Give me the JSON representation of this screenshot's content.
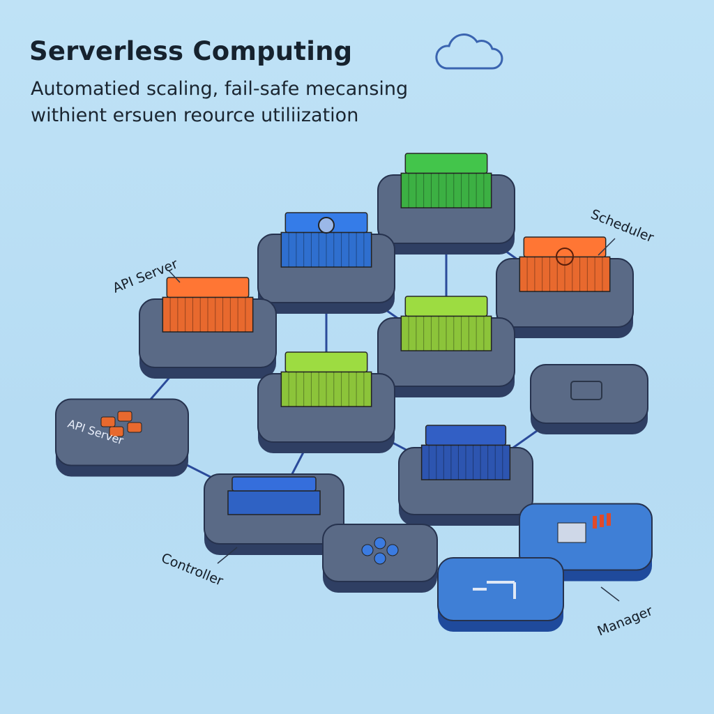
{
  "header": {
    "title": "Serverless Computing",
    "subtitle_line1": "Automatied scaling, fail-safe mecansing",
    "subtitle_line2": "withient ersuen reource utiliization",
    "cloud_icon": "cloud-icon"
  },
  "labels": {
    "api_server_top": "API Server",
    "scheduler": "Scheduler",
    "api_server_node": "API Server",
    "controller": "Controller",
    "manager": "Manager"
  },
  "colors": {
    "orange": "#e8692e",
    "green": "#3cb043",
    "lime": "#8cc43a",
    "blue": "#2f6fcf",
    "platform_top": "#5a6a86",
    "platform_side": "#2f3f63",
    "edge": "#2a4a9a"
  }
}
